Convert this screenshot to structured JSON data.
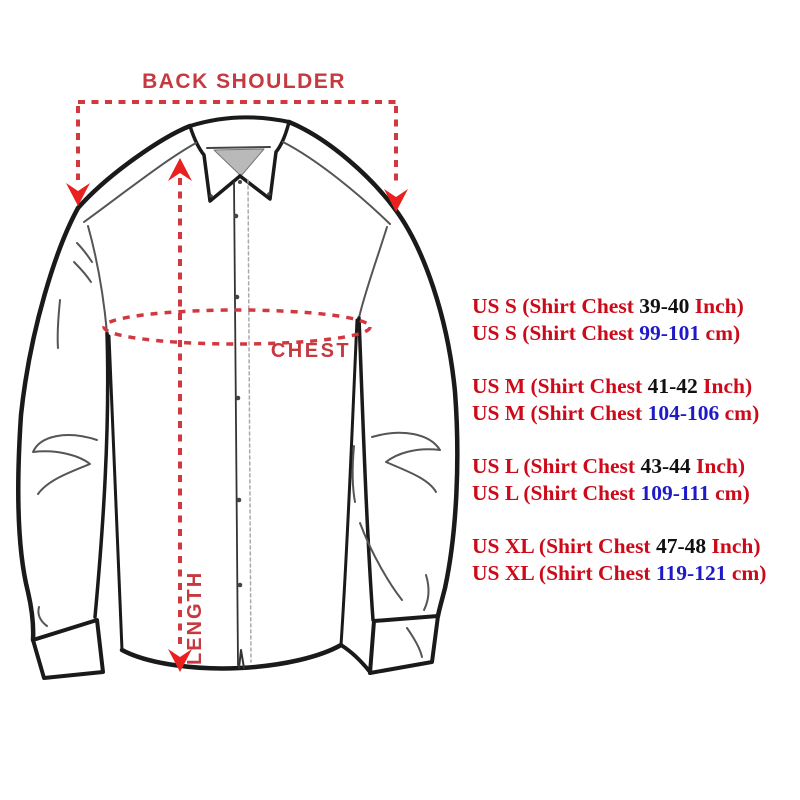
{
  "colors": {
    "line": "#1a1a1a",
    "detail_line": "#555555",
    "annotation_red": "#d23840",
    "arrow_red": "#e8201f",
    "label_red": "#c43a40",
    "collar_shade": "#b9b9b9",
    "size_text_red": "#cc0a1a",
    "size_text_black": "#111111",
    "size_text_blue": "#1f1ac8"
  },
  "measurements": {
    "back_shoulder_label": "BACK SHOULDER",
    "chest_label": "CHEST",
    "length_label": "LENGTH"
  },
  "size_chart": {
    "entries": [
      {
        "inch": {
          "prefix": "US S (Shirt Chest ",
          "value": "39-40",
          "suffix": " Inch)"
        },
        "cm": {
          "prefix": "US S (Shirt Chest ",
          "value": "99-101",
          "suffix": " cm)"
        }
      },
      {
        "inch": {
          "prefix": "US M (Shirt Chest ",
          "value": "41-42",
          "suffix": " Inch)"
        },
        "cm": {
          "prefix": "US M (Shirt Chest ",
          "value": "104-106",
          "suffix": " cm)"
        }
      },
      {
        "inch": {
          "prefix": "US L (Shirt Chest ",
          "value": "43-44",
          "suffix": " Inch)"
        },
        "cm": {
          "prefix": "US L (Shirt Chest ",
          "value": "109-111",
          "suffix": " cm)"
        }
      },
      {
        "inch": {
          "prefix": "US XL (Shirt Chest ",
          "value": "47-48",
          "suffix": " Inch)"
        },
        "cm": {
          "prefix": "US XL (Shirt Chest ",
          "value": "119-121",
          "suffix": " cm)"
        }
      }
    ]
  }
}
